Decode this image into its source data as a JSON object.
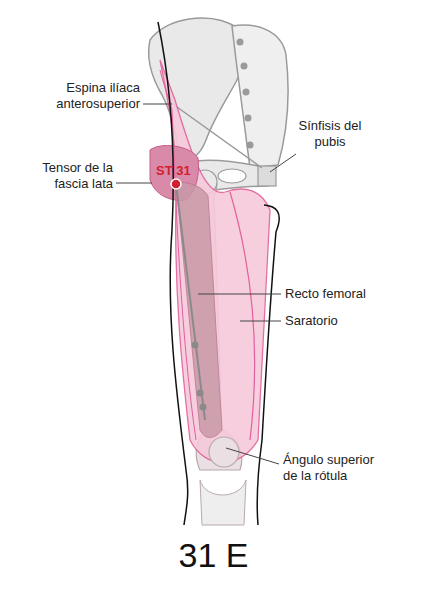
{
  "diagram": {
    "caption": "31 E",
    "labels": [
      "Espina ilíaca anterosuperior",
      "Sínfisis del pubis",
      "Tensor de la fascia lata",
      "ST 31",
      "Recto femoral",
      "Saratorio",
      "Ángulo superior de la rótula"
    ]
  }
}
